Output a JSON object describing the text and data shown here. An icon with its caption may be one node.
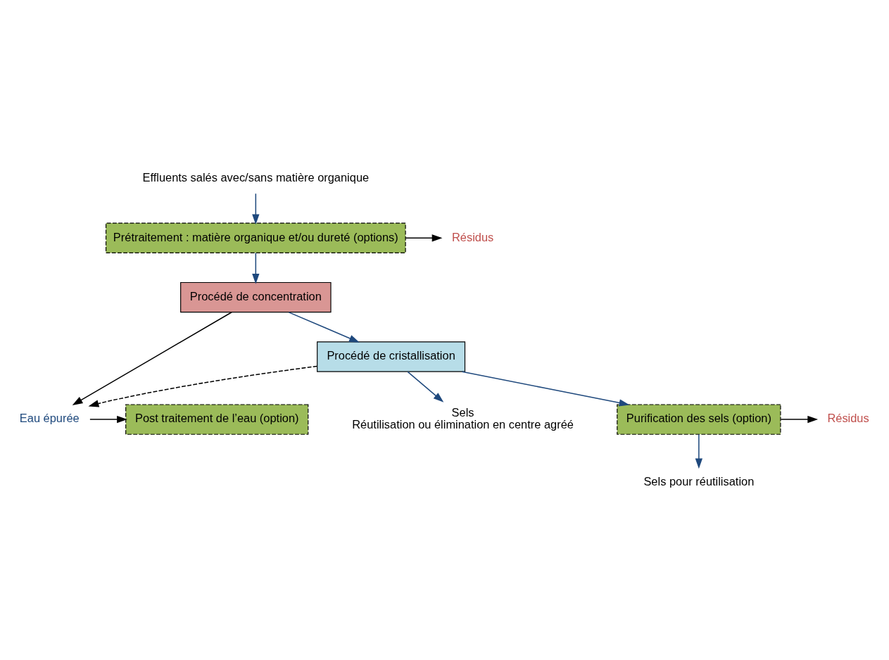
{
  "diagram": {
    "nodes": [
      {
        "text": [
          "Effluents salés avec/sans matière organique"
        ]
      },
      {
        "text": [
          "Prétraitement : matière organique et/ou dureté (options)"
        ]
      },
      {
        "text": [
          "Résidus"
        ]
      },
      {
        "text": [
          "Procédé de concentration"
        ]
      },
      {
        "text": [
          "Eau épurée"
        ]
      },
      {
        "text": [
          "Post traitement de l’eau (option)"
        ]
      },
      {
        "text": [
          "Procédé de cristallisation"
        ]
      },
      {
        "text": [
          "Sels",
          "Réutilisation ou élimination en centre agréé"
        ]
      },
      {
        "text": [
          "Purification des sels (option)"
        ]
      },
      {
        "text": [
          "Résidus"
        ]
      },
      {
        "text": [
          "Sels pour réutilisation"
        ]
      }
    ],
    "edges": [
      {
        "from": 0,
        "to": 1,
        "arrow": "to"
      },
      {
        "from": 1,
        "to": 2,
        "arrow": "to",
        "color": "#000000"
      },
      {
        "from": 1,
        "to": 3,
        "arrow": "to"
      },
      {
        "from": 3,
        "to": 4,
        "arrow": "to",
        "color": "#000000"
      },
      {
        "from": 4,
        "to": 5,
        "arrow": "to",
        "color": "#000000"
      },
      {
        "from": 6,
        "to": 4,
        "arrow": "to",
        "style": "dashed",
        "color": "#000000"
      },
      {
        "from": 3,
        "to": 6,
        "arrow": "to"
      },
      {
        "from": 6,
        "to": 7,
        "arrow": "to"
      },
      {
        "from": 6,
        "to": 8,
        "arrow": "to"
      },
      {
        "from": 8,
        "to": 9,
        "arrow": "to",
        "color": "#000000"
      },
      {
        "from": 8,
        "to": 10,
        "arrow": "to"
      }
    ]
  }
}
